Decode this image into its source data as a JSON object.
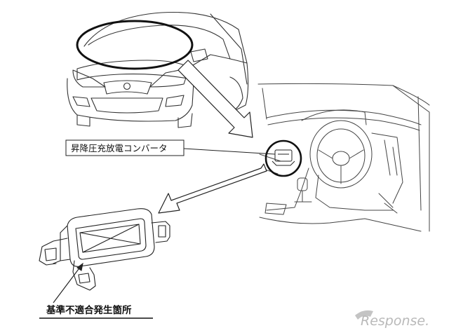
{
  "labels": {
    "converter": "昇降圧充放電コンバータ",
    "nonconformity_location": "基準不適合発生箇所"
  },
  "watermark": {
    "brand": "Response."
  },
  "colors": {
    "line": "#222222",
    "watermark": "#b9b9b9",
    "background": "#ffffff"
  }
}
